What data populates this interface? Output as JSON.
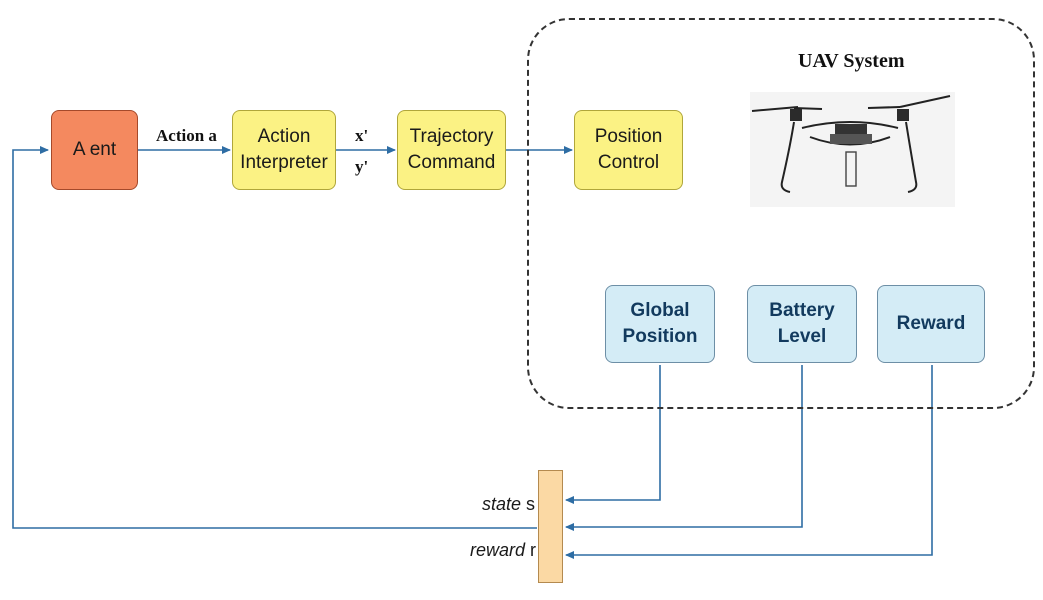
{
  "blocks": {
    "agent": "A ent",
    "action_interpreter": "Action\nInterpreter",
    "trajectory_command": "Trajectory\nCommand",
    "position_control": "Position\nControl",
    "global_position": "Global\nPosition",
    "battery_level": "Battery\nLevel",
    "reward": "Reward"
  },
  "labels": {
    "uav_system": "UAV System",
    "action": "Action a",
    "x_prime": "x'",
    "y_prime": "y'",
    "state": "state",
    "state_var": "s",
    "reward": "reward",
    "reward_var": "r"
  },
  "colors": {
    "agent": "#f4895f",
    "yellow_block": "#fbf284",
    "blue_block": "#d4ecf6",
    "arrow": "#2e6da4",
    "mux": "#fbd9a4"
  },
  "icons": {
    "uav": "quadcopter-drone-image"
  }
}
